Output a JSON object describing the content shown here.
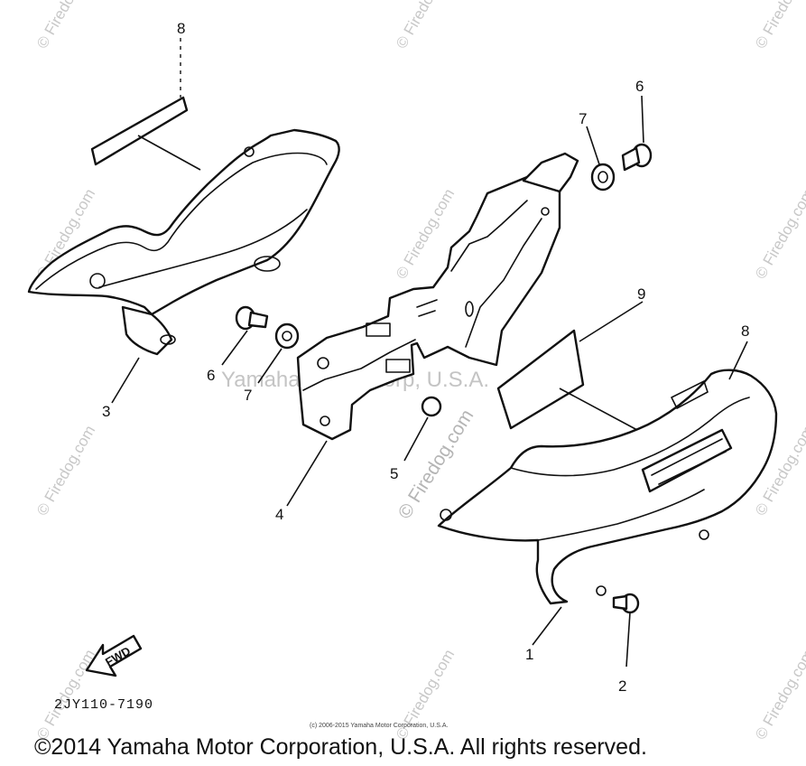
{
  "diagram": {
    "callouts": [
      {
        "id": "8",
        "label": "8"
      },
      {
        "id": "7",
        "label": "7"
      },
      {
        "id": "6",
        "label": "6"
      },
      {
        "id": "9",
        "label": "9"
      },
      {
        "id": "8b",
        "label": "8"
      },
      {
        "id": "6b",
        "label": "6"
      },
      {
        "id": "7b",
        "label": "7"
      },
      {
        "id": "3",
        "label": "3"
      },
      {
        "id": "4",
        "label": "4"
      },
      {
        "id": "5",
        "label": "5"
      },
      {
        "id": "1",
        "label": "1"
      },
      {
        "id": "2",
        "label": "2"
      }
    ],
    "fwd_label": "FWD",
    "diagram_code": "2JY110-7190"
  },
  "watermarks": {
    "site": "© Firedog.com",
    "center": "Yamaha Motor Corp, U.S.A.",
    "large": "© Firedog.com"
  },
  "footer": {
    "small_copyright": "(c) 2006-2015 Yamaha Motor Corporation, U.S.A.",
    "copyright": "©2014 Yamaha Motor Corporation, U.S.A. All rights reserved."
  }
}
